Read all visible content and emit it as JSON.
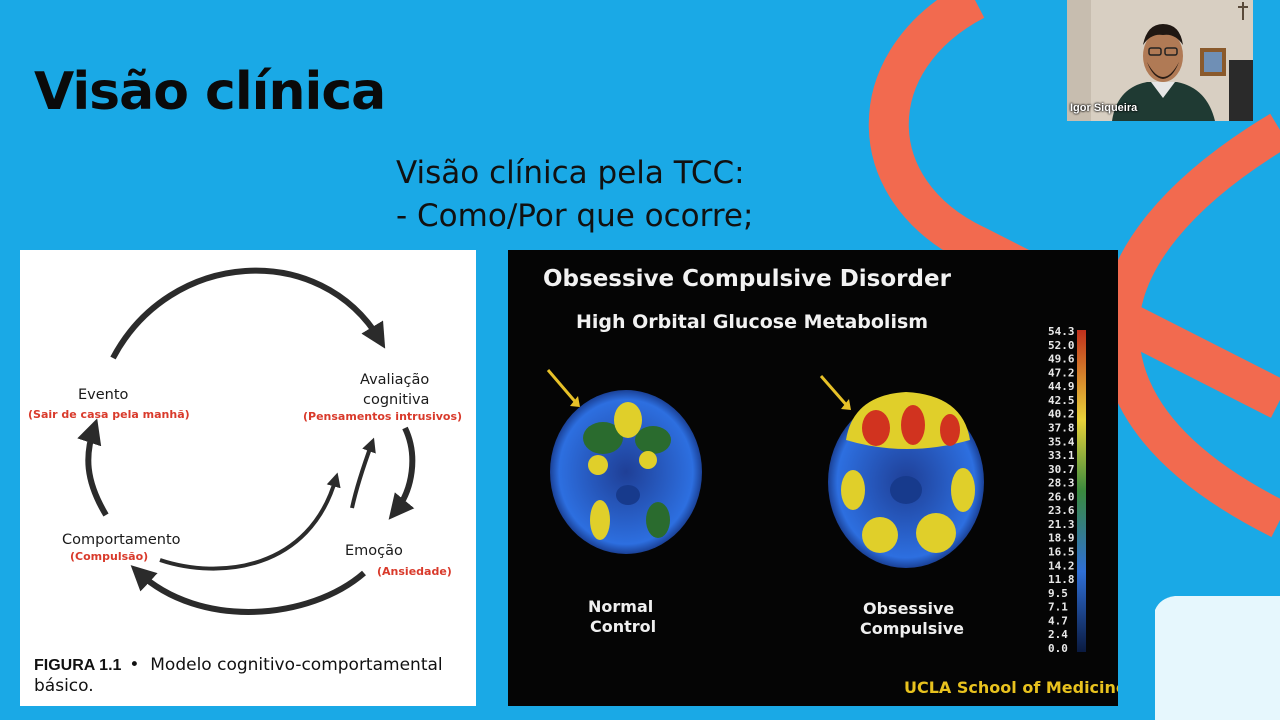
{
  "slide": {
    "title": "Visão clínica",
    "subtitle_lines": [
      "Visão clínica pela TCC:",
      "- Como/Por que ocorre;"
    ]
  },
  "figure": {
    "nodes": {
      "evento": {
        "label": "Evento",
        "sub": "(Sair de casa pela manhã)"
      },
      "avaliacao": {
        "label_lines": [
          "Avaliação",
          "cognitiva"
        ],
        "sub": "(Pensamentos intrusivos)"
      },
      "emocao": {
        "label": "Emoção",
        "sub": "(Ansiedade)"
      },
      "comportamento": {
        "label": "Comportamento",
        "sub": "(Compulsão)"
      }
    },
    "caption_number": "FIGURA 1.1",
    "caption_separator": "•",
    "caption_text": "Modelo cognitivo-comportamental básico."
  },
  "pet": {
    "title": "Obsessive Compulsive Disorder",
    "subtitle": "High Orbital Glucose Metabolism",
    "brains": [
      {
        "label_lines": [
          "Normal",
          "Control"
        ]
      },
      {
        "label_lines": [
          "Obsessive",
          "Compulsive"
        ]
      }
    ],
    "scale": [
      "54.3",
      "52.0",
      "49.6",
      "47.2",
      "44.9",
      "42.5",
      "40.2",
      "37.8",
      "35.4",
      "33.1",
      "30.7",
      "28.3",
      "26.0",
      "23.6",
      "21.3",
      "18.9",
      "16.5",
      "14.2",
      "11.8",
      "9.5",
      "7.1",
      "4.7",
      "2.4",
      "0.0"
    ],
    "credit": "UCLA School of Medicine"
  },
  "webcam": {
    "name": "Igor Siqueira"
  },
  "colors": {
    "background": "#1aa9e6",
    "accent": "#f26a4f",
    "subtext_red": "#d93a2b",
    "credit_yellow": "#e8c21e"
  }
}
